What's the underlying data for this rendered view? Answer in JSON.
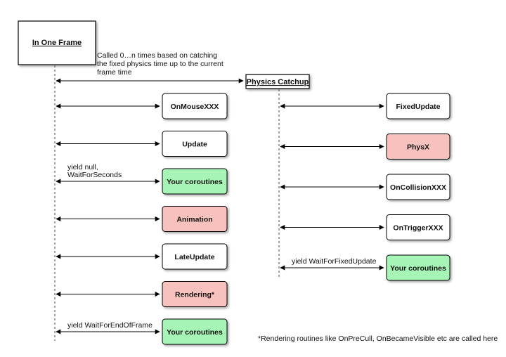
{
  "frame": {
    "title": "In One Frame",
    "note": [
      "Called 0…n times based on catching",
      "the fixed physics time up to the current",
      "frame time"
    ],
    "steps": [
      {
        "label": "OnMouseXXX",
        "color": "#ffffff"
      },
      {
        "label": "Update",
        "color": "#ffffff"
      },
      {
        "label": "Your coroutines",
        "color": "#a6f5b7",
        "note": [
          "yield null,",
          "WaitForSeconds"
        ]
      },
      {
        "label": "Animation",
        "color": "#f7c2bd"
      },
      {
        "label": "LateUpdate",
        "color": "#ffffff"
      },
      {
        "label": "Rendering*",
        "color": "#f7c2bd"
      },
      {
        "label": "Your coroutines",
        "color": "#a6f5b7",
        "note": [
          "yield WaitForEndOfFrame"
        ]
      }
    ]
  },
  "physics": {
    "title": "Physics Catchup",
    "steps": [
      {
        "label": "FixedUpdate",
        "color": "#ffffff"
      },
      {
        "label": "PhysX",
        "color": "#f7c2bd"
      },
      {
        "label": "OnCollisionXXX",
        "color": "#ffffff"
      },
      {
        "label": "OnTriggerXXX",
        "color": "#ffffff"
      },
      {
        "label": "Your coroutines",
        "color": "#a6f5b7",
        "note": [
          "yield WaitForFixedUpdate"
        ]
      }
    ]
  },
  "footnote": "*Rendering routines like OnPreCull, OnBecameVisible etc are called here"
}
